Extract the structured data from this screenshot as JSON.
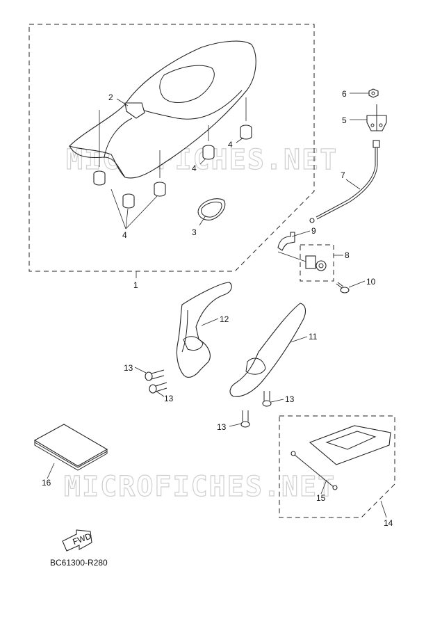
{
  "diagram": {
    "reference_code": "BC61300-R280",
    "fwd_label": "FWD",
    "watermark": "MICROFICHES.NET",
    "callouts": [
      {
        "id": "c1",
        "label": "1"
      },
      {
        "id": "c2",
        "label": "2"
      },
      {
        "id": "c3",
        "label": "3"
      },
      {
        "id": "c4a",
        "label": "4"
      },
      {
        "id": "c4b",
        "label": "4"
      },
      {
        "id": "c4c",
        "label": "4"
      },
      {
        "id": "c5",
        "label": "5"
      },
      {
        "id": "c6",
        "label": "6"
      },
      {
        "id": "c7",
        "label": "7"
      },
      {
        "id": "c8",
        "label": "8"
      },
      {
        "id": "c9",
        "label": "9"
      },
      {
        "id": "c10",
        "label": "10"
      },
      {
        "id": "c11",
        "label": "11"
      },
      {
        "id": "c12",
        "label": "12"
      },
      {
        "id": "c13a",
        "label": "13"
      },
      {
        "id": "c13b",
        "label": "13"
      },
      {
        "id": "c13c",
        "label": "13"
      },
      {
        "id": "c13d",
        "label": "13"
      },
      {
        "id": "c14",
        "label": "14"
      },
      {
        "id": "c15",
        "label": "15"
      },
      {
        "id": "c16",
        "label": "16"
      }
    ]
  }
}
